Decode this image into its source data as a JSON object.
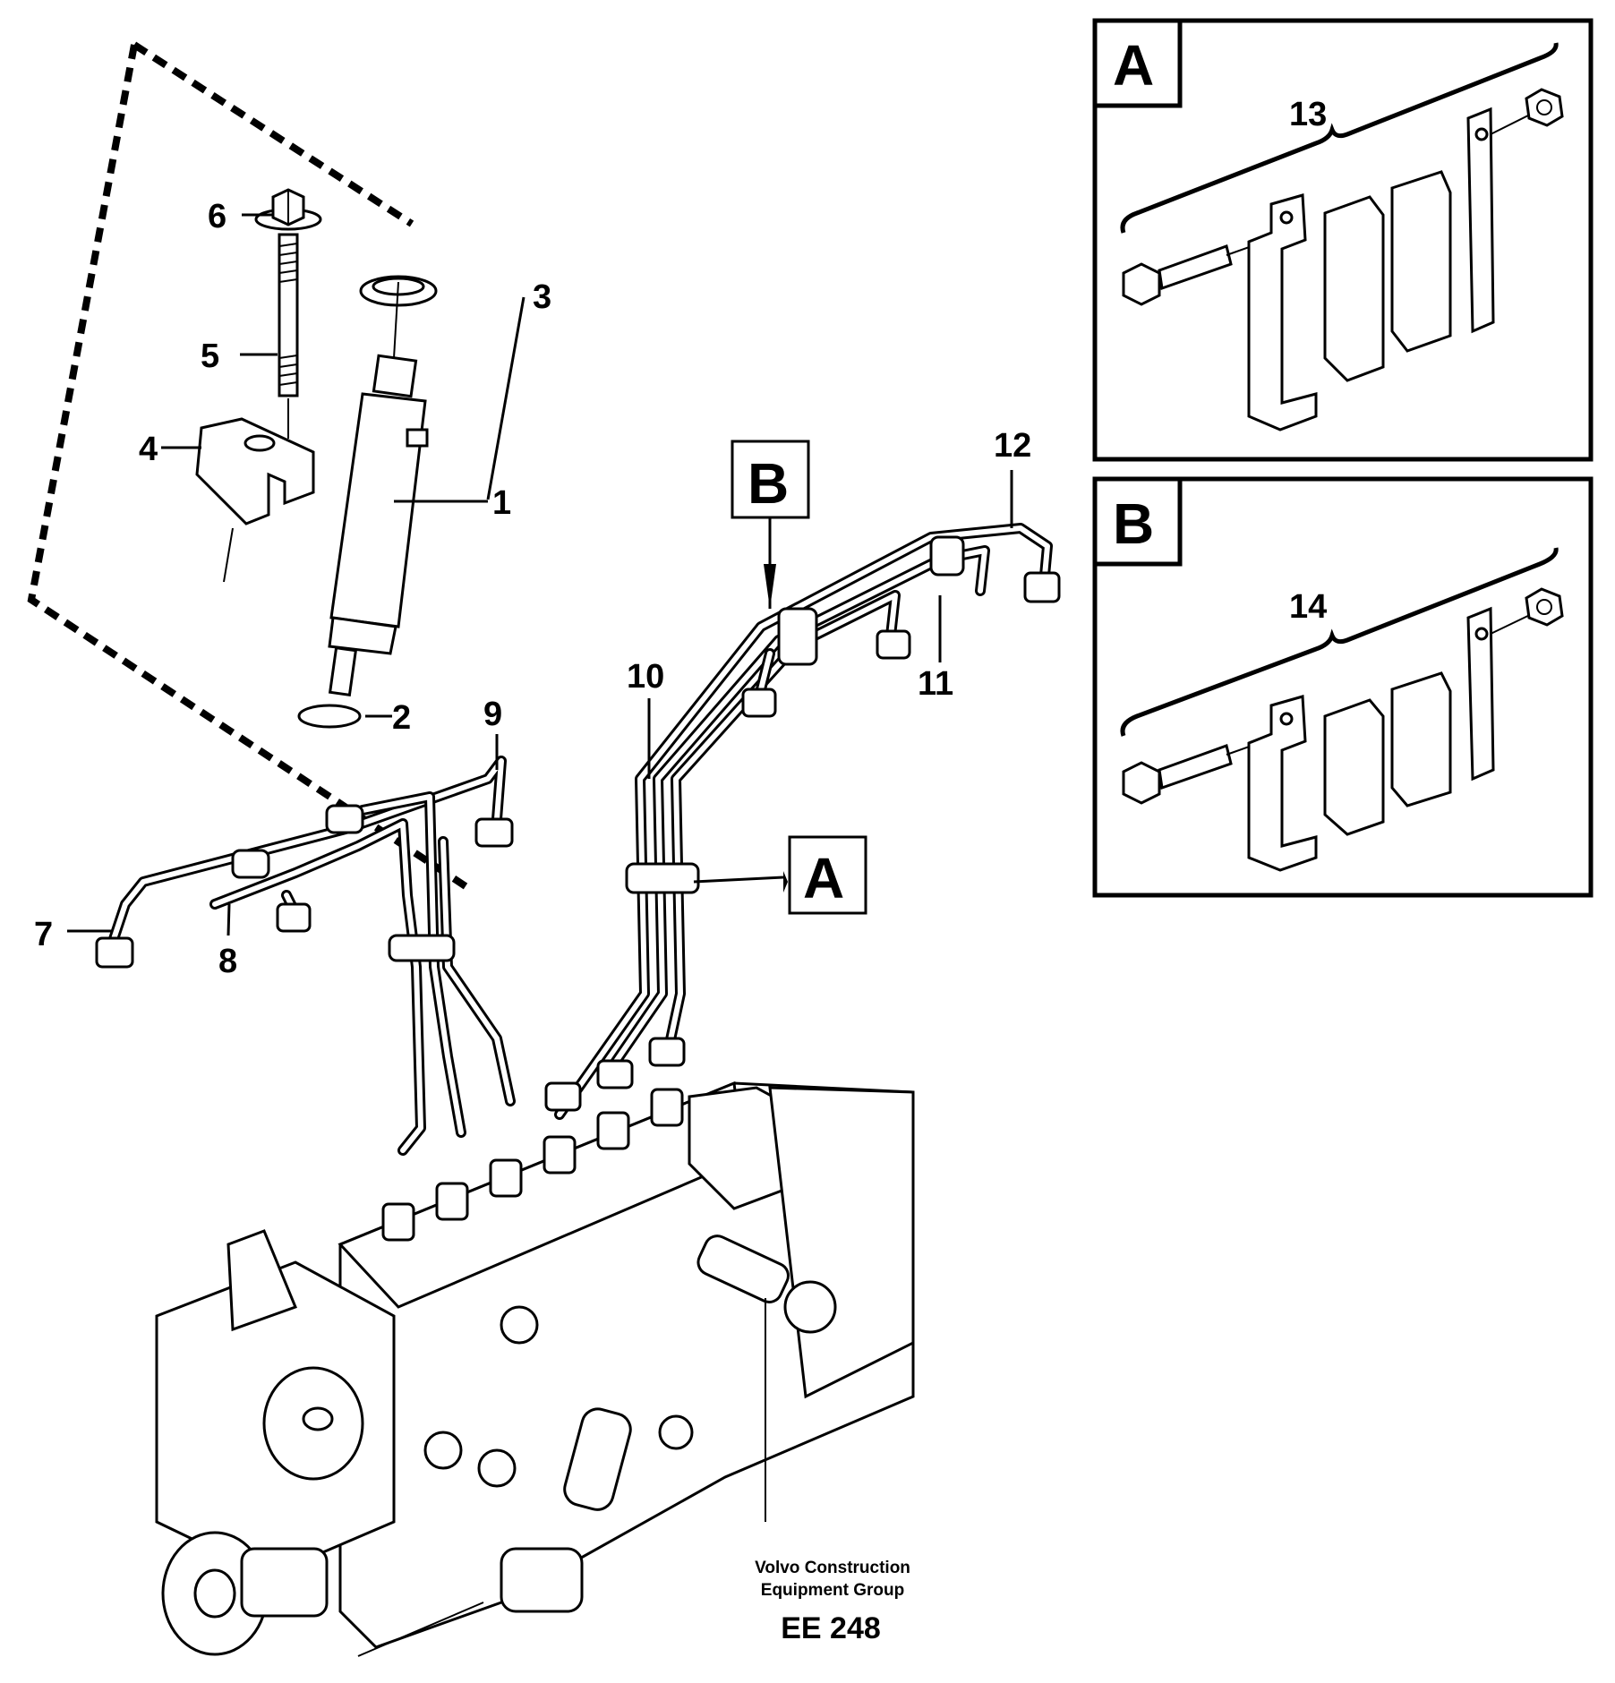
{
  "callouts": {
    "c1": "1",
    "c2": "2",
    "c3": "3",
    "c4": "4",
    "c5": "5",
    "c6": "6",
    "c7": "7",
    "c8": "8",
    "c9": "9",
    "c10": "10",
    "c11": "11",
    "c12": "12",
    "c13": "13",
    "c14": "14"
  },
  "view_labels": {
    "a": "A",
    "b": "B"
  },
  "footer": {
    "company_line1": "Volvo Construction",
    "company_line2": "Equipment Group",
    "drawing_number": "EE 248"
  }
}
